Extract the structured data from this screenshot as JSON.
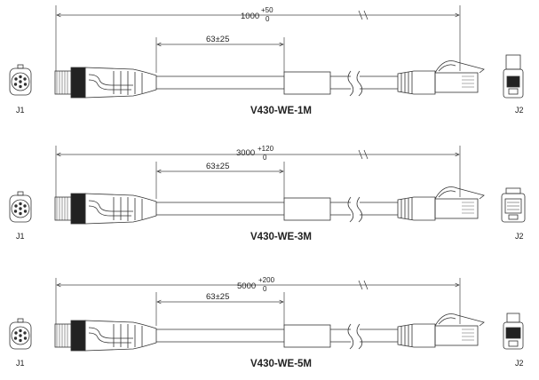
{
  "assemblies": [
    {
      "part_number": "V430-WE-1M",
      "overall_length": "1000",
      "tolerance_plus": "+50",
      "tolerance_minus": "0",
      "short_dim": "63±25",
      "end_a_label": "J1",
      "end_b_label": "J2"
    },
    {
      "part_number": "V430-WE-3M",
      "overall_length": "3000",
      "tolerance_plus": "+120",
      "tolerance_minus": "0",
      "short_dim": "63±25",
      "end_a_label": "J1",
      "end_b_label": "J2"
    },
    {
      "part_number": "V430-WE-5M",
      "overall_length": "5000",
      "tolerance_plus": "+200",
      "tolerance_minus": "0",
      "short_dim": "63±25",
      "end_a_label": "J1",
      "end_b_label": "J2"
    }
  ]
}
